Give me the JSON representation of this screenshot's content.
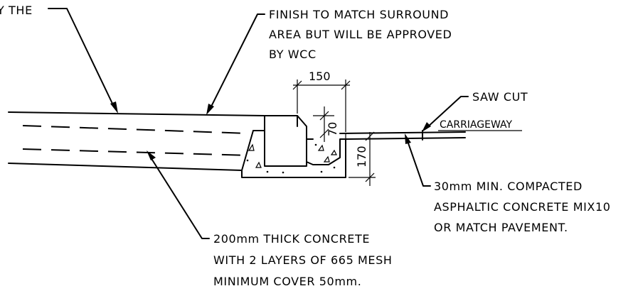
{
  "annotations": {
    "left_partial": "Y THE",
    "finish_lines": [
      "FINISH TO MATCH SURROUND",
      "AREA BUT WILL BE APPROVED",
      "BY WCC"
    ],
    "saw_cut": "SAW CUT",
    "carriageway": "CARRIAGEWAY",
    "asphalt_lines": [
      "30mm MIN. COMPACTED",
      "ASPHALTIC CONCRETE MIX10",
      "OR MATCH PAVEMENT."
    ],
    "concrete_lines": [
      "200mm THICK CONCRETE",
      "WITH 2 LAYERS OF 665 MESH",
      "MINIMUM COVER 50mm."
    ]
  },
  "dimensions": {
    "kerb_width": "150",
    "kerb_upstand": "70",
    "channel_depth": "170"
  }
}
